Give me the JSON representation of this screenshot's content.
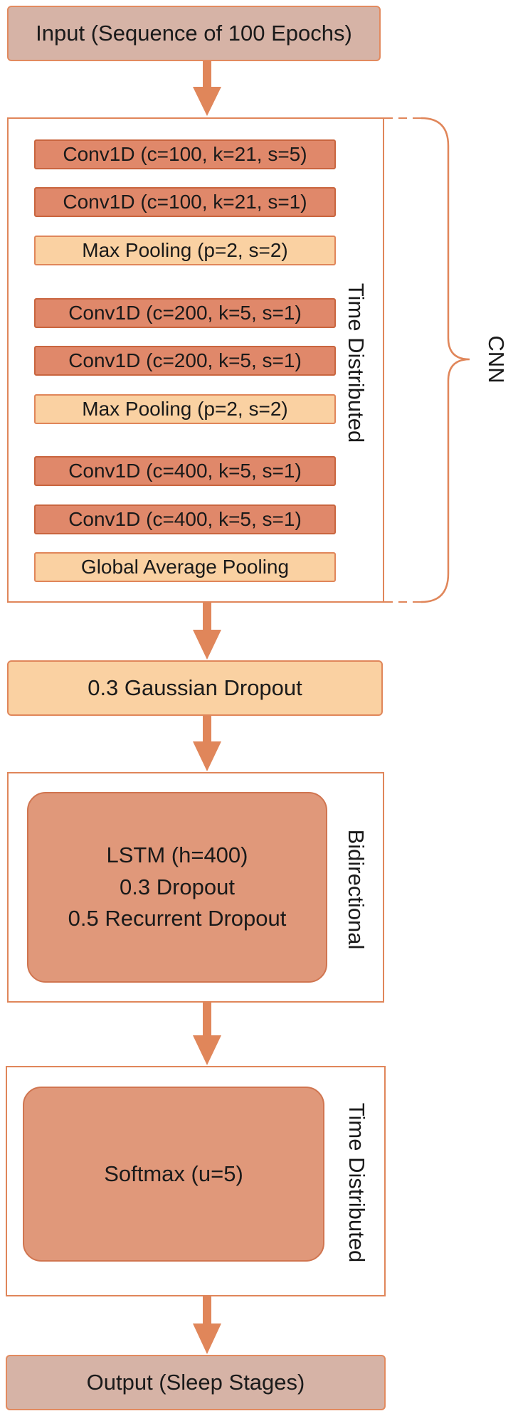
{
  "input_label": "Input (Sequence of 100 Epochs)",
  "cnn_stack": {
    "side_label": "Time Distributed",
    "layers": [
      {
        "label": "Conv1D (c=100, k=21, s=5)",
        "kind": "conv"
      },
      {
        "label": "Conv1D (c=100, k=21, s=1)",
        "kind": "conv"
      },
      {
        "label": "Max Pooling (p=2, s=2)",
        "kind": "pool"
      },
      {
        "label": "Conv1D (c=200, k=5, s=1)",
        "kind": "conv"
      },
      {
        "label": "Conv1D (c=200, k=5, s=1)",
        "kind": "conv"
      },
      {
        "label": "Max Pooling (p=2, s=2)",
        "kind": "pool"
      },
      {
        "label": "Conv1D (c=400, k=5, s=1)",
        "kind": "conv"
      },
      {
        "label": "Conv1D (c=400, k=5, s=1)",
        "kind": "conv"
      },
      {
        "label": "Global Average Pooling",
        "kind": "pool"
      }
    ]
  },
  "cnn_brace_label": "CNN",
  "dropout_label": "0.3 Gaussian Dropout",
  "lstm_block": {
    "side_label": "Bidirectional",
    "lines": [
      "LSTM (h=400)",
      "0.3 Dropout",
      "0.5 Recurrent Dropout"
    ]
  },
  "softmax_block": {
    "side_label": "Time Distributed",
    "label": "Softmax (u=5)"
  },
  "output_label": "Output (Sleep Stages)",
  "colors": {
    "arrow": "#e0865a",
    "conv_fill": "#e0886a",
    "pool_fill": "#fad1a2",
    "io_fill": "#d6b3a6",
    "block_fill": "#e0987a",
    "border": "#e0865a"
  }
}
